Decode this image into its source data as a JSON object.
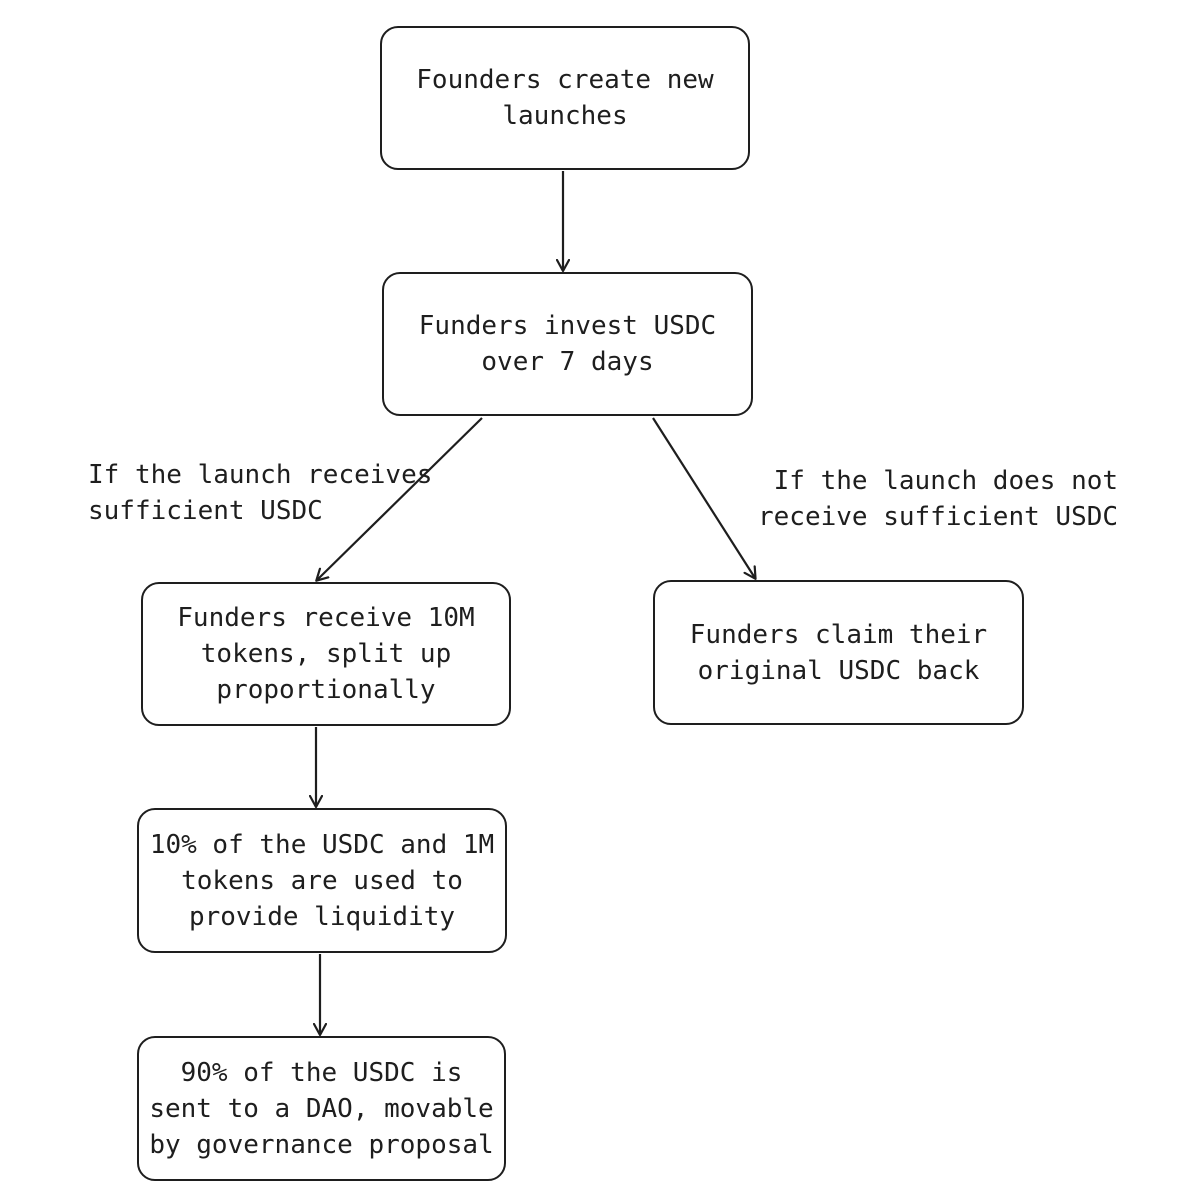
{
  "nodes": {
    "create": "Founders create new launches",
    "invest": "Funders invest USDC over 7 days",
    "receive": "Funders receive 10M tokens, split up proportionally",
    "claim": "Funders claim their original USDC back",
    "liquidity": "10% of the USDC and 1M tokens are used to provide liquidity",
    "dao": "90% of the USDC is sent to a DAO, movable by governance proposal"
  },
  "edge_labels": {
    "success": "If the launch receives\nsufficient USDC",
    "failure": "If the launch does not\nreceive sufficient USDC"
  }
}
